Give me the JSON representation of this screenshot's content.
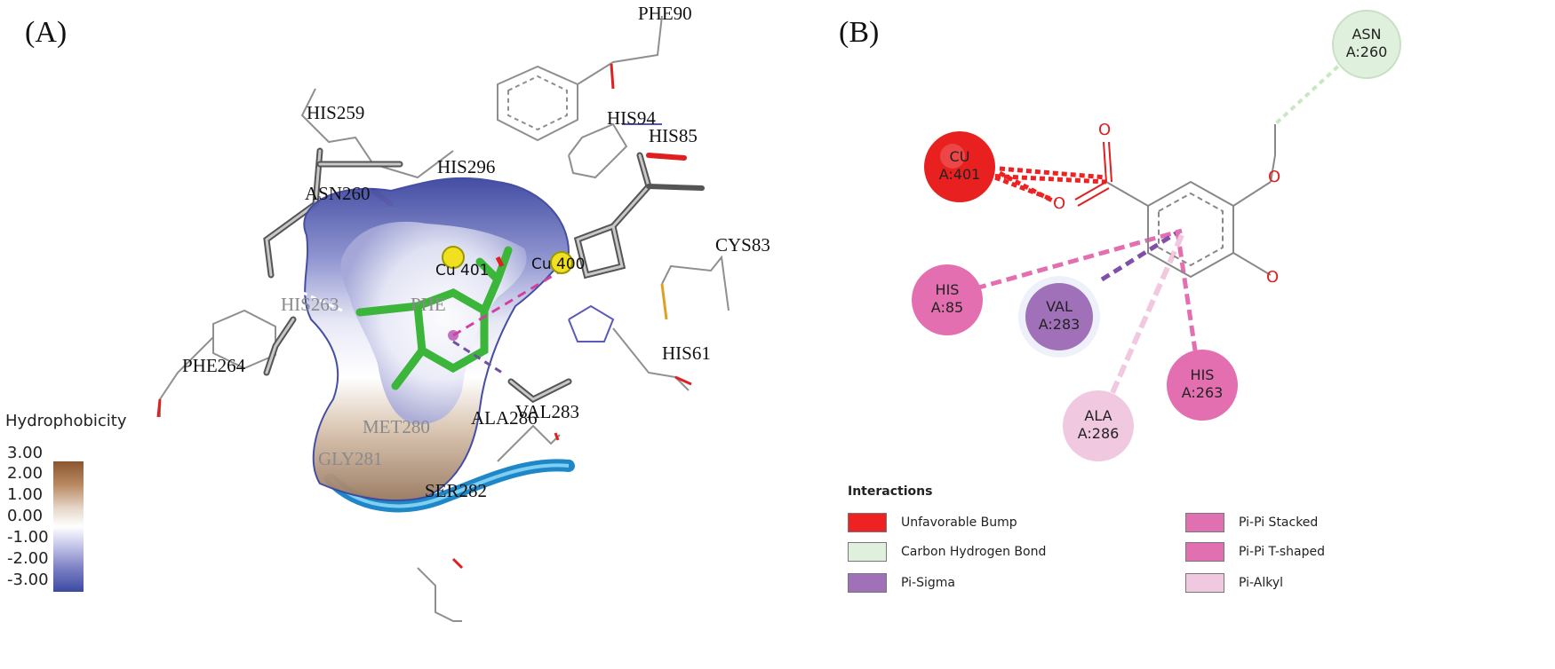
{
  "panel_a": {
    "label": "(A)",
    "residues": [
      "PHE90",
      "HIS259",
      "HIS94",
      "HIS85",
      "HIS296",
      "ASN260",
      "CYS83",
      "HIS263",
      "PHE264",
      "HIS61",
      "MET280",
      "ALA286",
      "VAL283",
      "GLY281",
      "SER282",
      "PHE"
    ],
    "copper_labels": [
      "Cu 401",
      "Cu 400"
    ],
    "scale": {
      "title": "Hydrophobicity",
      "ticks": [
        "3.00",
        "2.00",
        "1.00",
        "0.00",
        "-1.00",
        "-2.00",
        "-3.00"
      ]
    }
  },
  "panel_b": {
    "label": "(B)",
    "nodes": [
      {
        "line1": "ASN",
        "line2": "A:260",
        "color": "#dff0dc"
      },
      {
        "line1": "CU",
        "line2": "A:401",
        "color": "#e82020"
      },
      {
        "line1": "HIS",
        "line2": "A:85",
        "color": "#e36fb0"
      },
      {
        "line1": "VAL",
        "line2": "A:283",
        "color": "#a070b8"
      },
      {
        "line1": "HIS",
        "line2": "A:263",
        "color": "#e36fb0"
      },
      {
        "line1": "ALA",
        "line2": "A:286",
        "color": "#f0c8e0"
      }
    ],
    "legend": {
      "title": "Interactions",
      "items": [
        {
          "label": "Unfavorable Bump",
          "color": "#ee2222"
        },
        {
          "label": "Carbon Hydrogen Bond",
          "color": "#dff0dc"
        },
        {
          "label": "Pi-Sigma",
          "color": "#a070b8"
        },
        {
          "label": "Pi-Pi Stacked",
          "color": "#e070b0"
        },
        {
          "label": "Pi-Pi T-shaped",
          "color": "#e070b0"
        },
        {
          "label": "Pi-Alkyl",
          "color": "#f0c8e0"
        }
      ]
    }
  }
}
